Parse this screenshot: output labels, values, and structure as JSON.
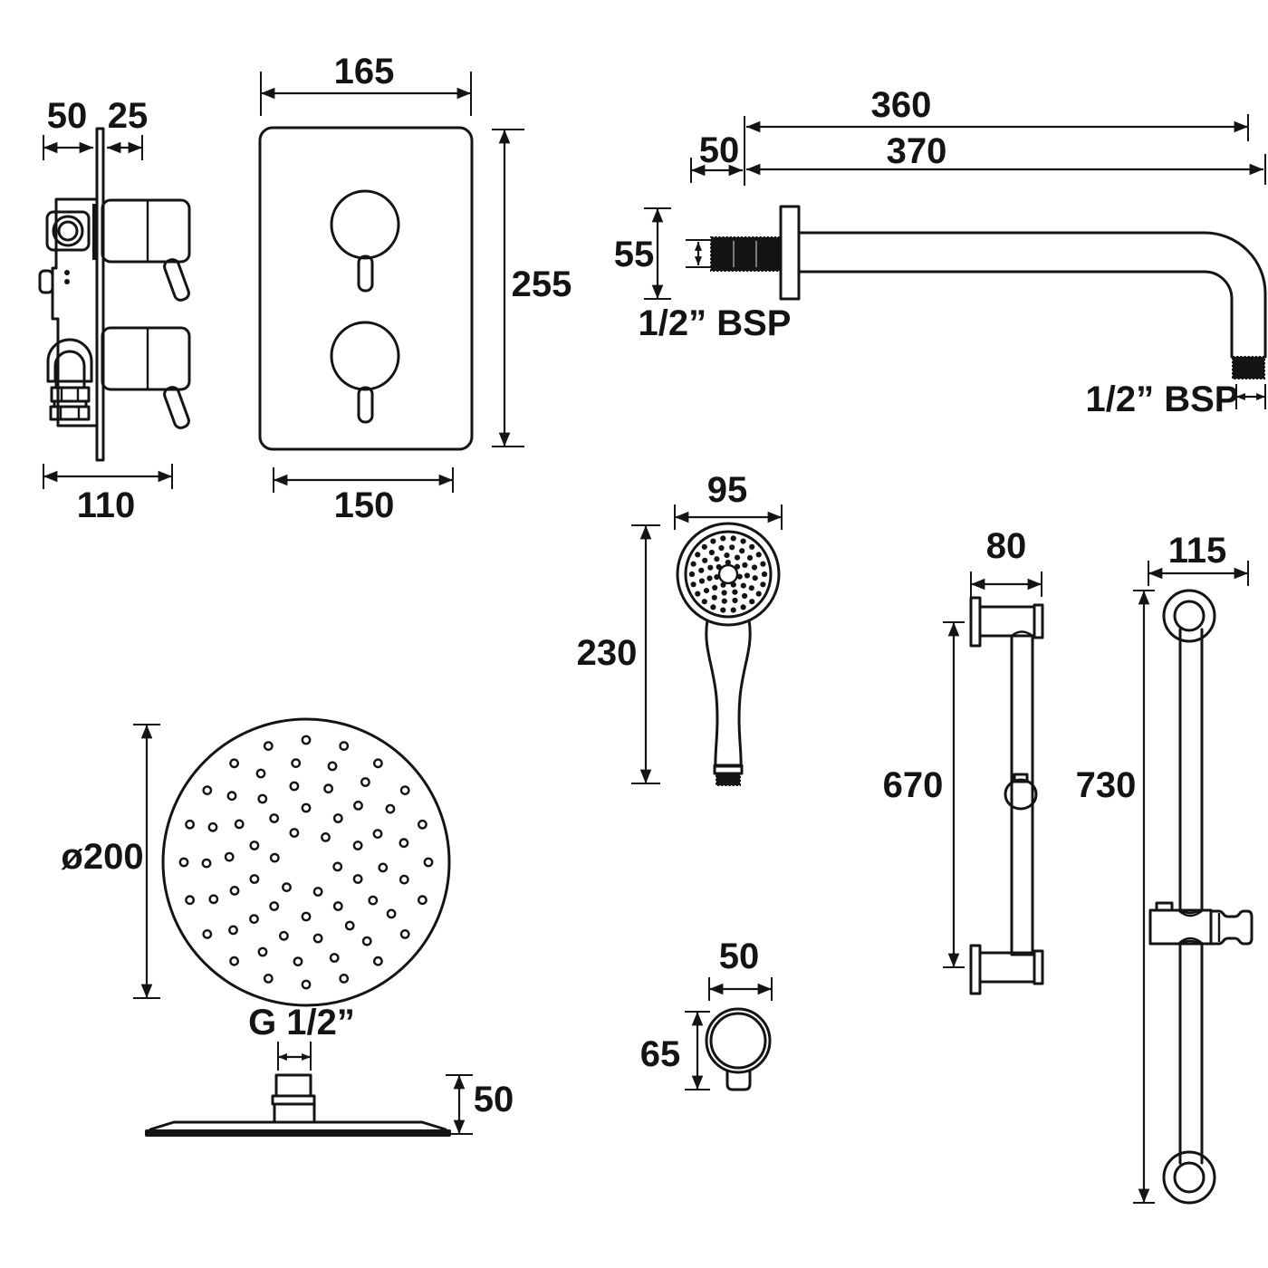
{
  "drawing": {
    "kind": "technical-dimension-diagram",
    "subject": "concealed thermostatic shower kit",
    "line_color": "#141414",
    "background_color": "#ffffff"
  },
  "components": {
    "valve_side": {
      "dim_behind_wall": "50",
      "dim_front_depth": "25",
      "dim_body_depth": "110"
    },
    "valve_front": {
      "dim_width": "165",
      "dim_height": "255",
      "dim_plate_width": "150"
    },
    "arm": {
      "dim_wall_offset": "50",
      "dim_reach": "360",
      "dim_overall": "370",
      "dim_flange_height": "55",
      "label_inlet_thread": "1/2” BSP",
      "label_outlet_thread": "1/2” BSP"
    },
    "handset": {
      "dim_head_width": "95",
      "dim_length": "230"
    },
    "rail_side": {
      "dim_bracket_depth": "80",
      "dim_length": "670"
    },
    "rail_front": {
      "dim_width": "115",
      "dim_length": "730"
    },
    "overhead": {
      "dim_diameter": "ø200",
      "label_thread": "G 1/2”",
      "dim_height": "50"
    },
    "outlet": {
      "dim_width": "50",
      "dim_height": "65"
    }
  }
}
